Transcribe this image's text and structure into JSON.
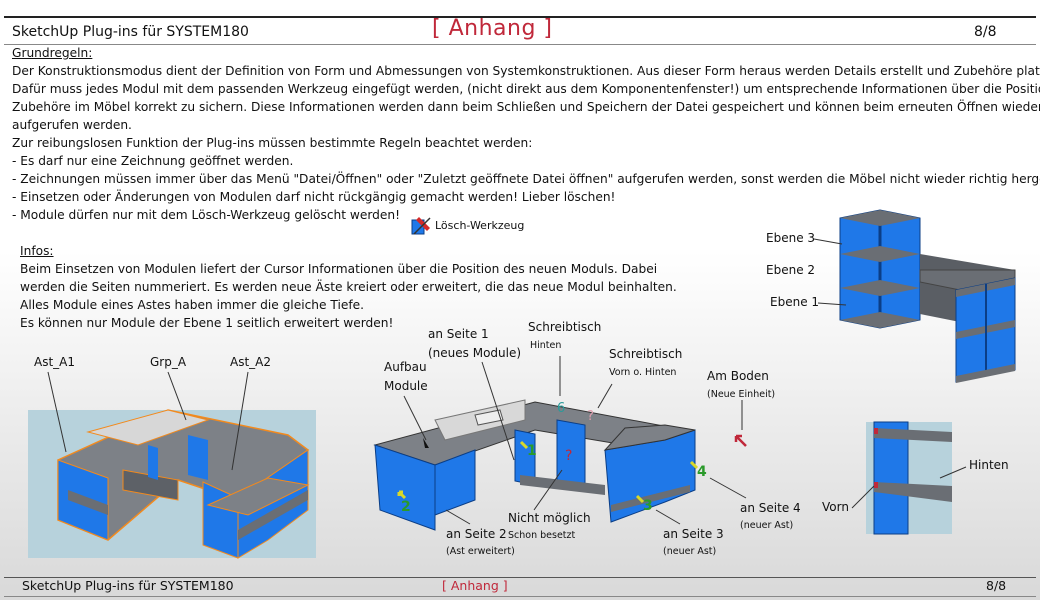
{
  "header": {
    "app_title": "SketchUp Plug-ins für SYSTEM180",
    "section": "[  Anhang  ]",
    "page": "8/8"
  },
  "grundregeln": {
    "heading": "Grundregeln:",
    "lines": [
      "Der Konstruktionsmodus dient der Definition von Form und Abmessungen von Systemkonstruktionen. Aus dieser Form heraus werden Details erstellt und Zubehöre platziert.",
      "Dafür muss jedes Modul mit dem passenden Werkzeug eingefügt werden, (nicht direkt aus dem Komponentenfenster!) um entsprechende Informationen über die Position der",
      "Zubehöre im Möbel korrekt zu sichern. Diese Informationen werden dann beim Schließen und Speichern der Datei gespeichert und können beim erneuten Öffnen wieder",
      "aufgerufen werden.",
      "Zur reibungslosen Funktion der Plug-ins müssen bestimmte Regeln beachtet werden:",
      "- Es darf nur eine Zeichnung geöffnet werden.",
      "- Zeichnungen müssen immer über das Menü \"Datei/Öffnen\" oder \"Zuletzt geöffnete Datei öffnen\" aufgerufen werden, sonst werden die Möbel nicht wieder richtig hergestellt!",
      "- Einsetzen oder Änderungen von Modulen darf nicht rückgängig gemacht werden! Lieber löschen!",
      "- Module dürfen nur mit dem Lösch-Werkzeug gelöscht werden!"
    ],
    "tool_label": "Lösch-Werkzeug"
  },
  "infos": {
    "heading": "Infos:",
    "lines": [
      "Beim Einsetzen von Modulen liefert der Cursor Informationen über die Position des neuen Moduls. Dabei",
      "werden die Seiten nummeriert. Es werden neue Äste kreiert oder erweitert, die das neue Modul beinhalten.",
      "Alles Module eines Astes haben immer die gleiche Tiefe.",
      "Es können nur Module der Ebene 1 seitlich erweitert werden!"
    ]
  },
  "levels": {
    "ebene3": "Ebene 3",
    "ebene2": "Ebene 2",
    "ebene1": "Ebene 1"
  },
  "groups": {
    "ast_a1": "Ast_A1",
    "grp_a": "Grp_A",
    "ast_a2": "Ast_A2"
  },
  "cursor_labels": {
    "aufbau": "Aufbau",
    "module": "Module",
    "seite1": "an Seite 1",
    "seite1_sub": "(neues Module)",
    "schreibtisch_h": "Schreibtisch",
    "hinten": "Hinten",
    "schreibtisch_v": "Schreibtisch",
    "vorn_hinten": "Vorn o. Hinten",
    "am_boden": "Am Boden",
    "neue_einheit": "(Neue Einheit)",
    "seite2": "an Seite 2",
    "ast_erweitert": "(Ast erweitert)",
    "nicht_moeglich": "Nicht möglich",
    "schon_besetzt": "Schon besetzt",
    "seite3": "an Seite 3",
    "neuer_ast_3": "(neuer Ast)",
    "seite4": "an Seite 4",
    "neuer_ast_4": "(neuer Ast)"
  },
  "detail": {
    "hinten": "Hinten",
    "vorn": "Vorn"
  },
  "footer": {
    "app_title": "SketchUp Plug-ins für SYSTEM180",
    "section": "[  Anhang  ]",
    "page": "8/8"
  },
  "colors": {
    "module_blue": "#1f78e8",
    "shelf_gray": "#666a70",
    "accent_red": "#c0283a",
    "outline_orange": "#f28a1e"
  }
}
